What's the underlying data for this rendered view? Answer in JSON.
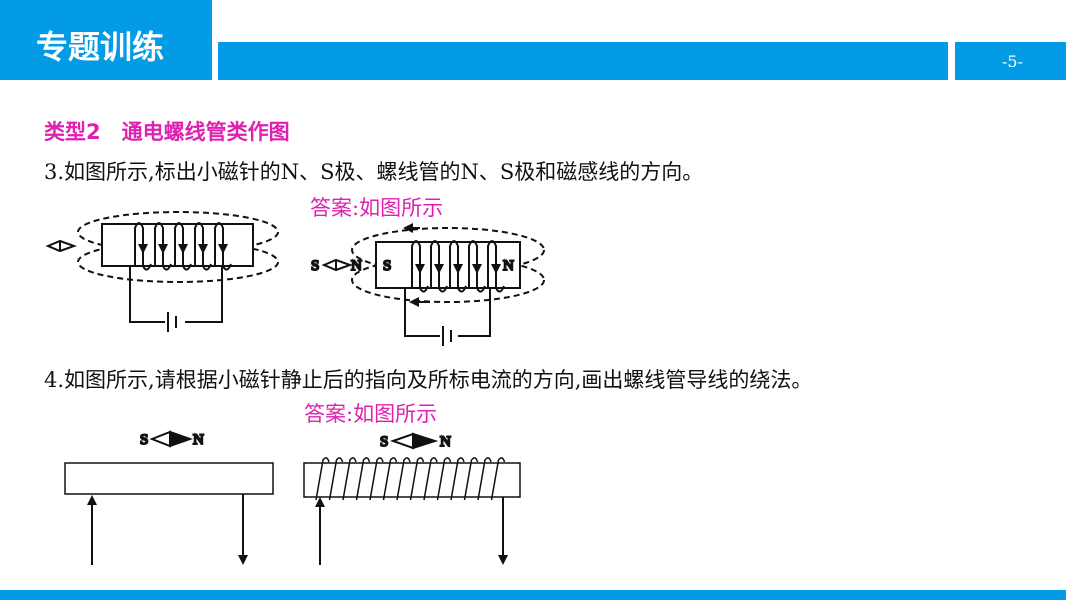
{
  "header": {
    "title": "专题训练",
    "page_number": "-5-"
  },
  "section": {
    "heading": "类型2　通电螺线管类作图"
  },
  "q3": {
    "text": "3.如图所示,标出小磁针的N、S极、螺线管的N、S极和磁感线的方向。",
    "answer_label": "答案:如图所示",
    "needle_s": "S",
    "needle_n": "N",
    "coil_s": "S",
    "coil_n": "N"
  },
  "q4": {
    "text": "4.如图所示,请根据小磁针静止后的指向及所标电流的方向,画出螺线管导线的绕法。",
    "answer_label": "答案:如图所示",
    "needle_s": "S",
    "needle_n": "N",
    "answer_needle_s": "S",
    "answer_needle_n": "N"
  },
  "colors": {
    "accent": "#039be5",
    "answer": "#e020b0"
  }
}
